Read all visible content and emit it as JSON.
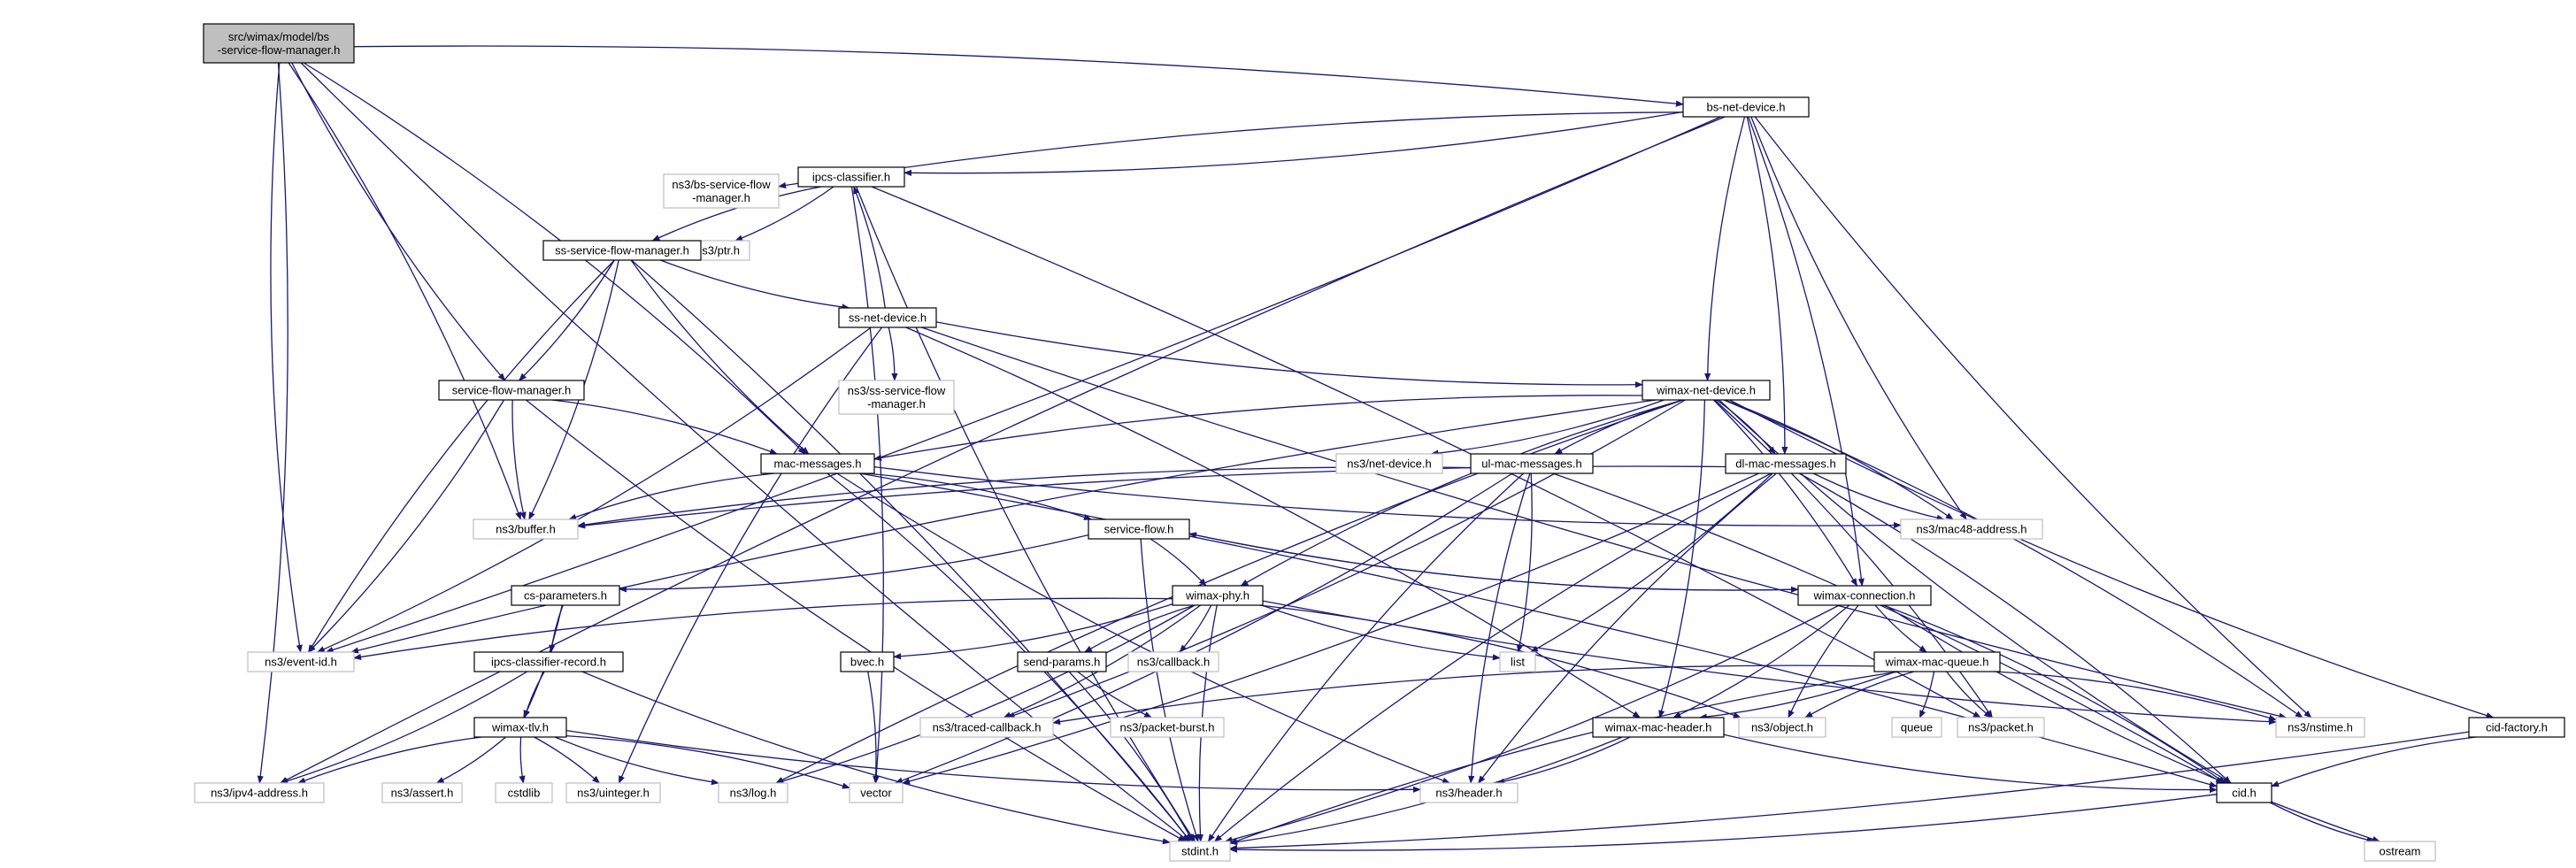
{
  "colors": {
    "edge": "#191970",
    "root_fill": "#bfbfbf",
    "node_fill": "#ffffff",
    "node_border": "#000000",
    "external_border": "#bfbfbf"
  },
  "nodes": [
    {
      "id": "root",
      "lines": [
        "src/wimax/model/bs",
        "-service-flow-manager.h"
      ],
      "kind": "root"
    },
    {
      "id": "bs-net-device",
      "lines": [
        "bs-net-device.h"
      ],
      "kind": "local"
    },
    {
      "id": "ns3-bs-service-flow-manager",
      "lines": [
        "ns3/bs-service-flow",
        "-manager.h"
      ],
      "kind": "external"
    },
    {
      "id": "ipcs-classifier",
      "lines": [
        "ipcs-classifier.h"
      ],
      "kind": "local"
    },
    {
      "id": "ns3-ptr",
      "lines": [
        "ns3/ptr.h"
      ],
      "kind": "external"
    },
    {
      "id": "ss-service-flow-manager",
      "lines": [
        "ss-service-flow-manager.h"
      ],
      "kind": "local"
    },
    {
      "id": "ss-net-device",
      "lines": [
        "ss-net-device.h"
      ],
      "kind": "local"
    },
    {
      "id": "ns3-ss-service-flow-manager",
      "lines": [
        "ns3/ss-service-flow",
        "-manager.h"
      ],
      "kind": "external"
    },
    {
      "id": "service-flow-manager",
      "lines": [
        "service-flow-manager.h"
      ],
      "kind": "local"
    },
    {
      "id": "wimax-net-device",
      "lines": [
        "wimax-net-device.h"
      ],
      "kind": "local"
    },
    {
      "id": "mac-messages",
      "lines": [
        "mac-messages.h"
      ],
      "kind": "local"
    },
    {
      "id": "ns3-net-device",
      "lines": [
        "ns3/net-device.h"
      ],
      "kind": "external"
    },
    {
      "id": "ul-mac-messages",
      "lines": [
        "ul-mac-messages.h"
      ],
      "kind": "local"
    },
    {
      "id": "dl-mac-messages",
      "lines": [
        "dl-mac-messages.h"
      ],
      "kind": "local"
    },
    {
      "id": "ns3-buffer",
      "lines": [
        "ns3/buffer.h"
      ],
      "kind": "external"
    },
    {
      "id": "ns3-mac48-address",
      "lines": [
        "ns3/mac48-address.h"
      ],
      "kind": "external"
    },
    {
      "id": "service-flow",
      "lines": [
        "service-flow.h"
      ],
      "kind": "local"
    },
    {
      "id": "cs-parameters",
      "lines": [
        "cs-parameters.h"
      ],
      "kind": "local"
    },
    {
      "id": "wimax-phy",
      "lines": [
        "wimax-phy.h"
      ],
      "kind": "local"
    },
    {
      "id": "wimax-connection",
      "lines": [
        "wimax-connection.h"
      ],
      "kind": "local"
    },
    {
      "id": "ns3-event-id",
      "lines": [
        "ns3/event-id.h"
      ],
      "kind": "external"
    },
    {
      "id": "ipcs-classifier-record",
      "lines": [
        "ipcs-classifier-record.h"
      ],
      "kind": "local"
    },
    {
      "id": "bvec",
      "lines": [
        "bvec.h"
      ],
      "kind": "local"
    },
    {
      "id": "send-params",
      "lines": [
        "send-params.h"
      ],
      "kind": "local"
    },
    {
      "id": "ns3-callback",
      "lines": [
        "ns3/callback.h"
      ],
      "kind": "external"
    },
    {
      "id": "list",
      "lines": [
        "list"
      ],
      "kind": "external"
    },
    {
      "id": "wimax-mac-queue",
      "lines": [
        "wimax-mac-queue.h"
      ],
      "kind": "local"
    },
    {
      "id": "ns3-traced-callback",
      "lines": [
        "ns3/traced-callback.h"
      ],
      "kind": "external"
    },
    {
      "id": "ns3-packet-burst",
      "lines": [
        "ns3/packet-burst.h"
      ],
      "kind": "external"
    },
    {
      "id": "wimax-mac-header",
      "lines": [
        "wimax-mac-header.h"
      ],
      "kind": "local"
    },
    {
      "id": "ns3-object",
      "lines": [
        "ns3/object.h"
      ],
      "kind": "external"
    },
    {
      "id": "queue",
      "lines": [
        "queue"
      ],
      "kind": "external"
    },
    {
      "id": "ns3-packet",
      "lines": [
        "ns3/packet.h"
      ],
      "kind": "external"
    },
    {
      "id": "ns3-nstime",
      "lines": [
        "ns3/nstime.h"
      ],
      "kind": "external"
    },
    {
      "id": "cid-factory",
      "lines": [
        "cid-factory.h"
      ],
      "kind": "local"
    },
    {
      "id": "wimax-tlv",
      "lines": [
        "wimax-tlv.h"
      ],
      "kind": "local"
    },
    {
      "id": "ns3-ipv4-address",
      "lines": [
        "ns3/ipv4-address.h"
      ],
      "kind": "external"
    },
    {
      "id": "ns3-assert",
      "lines": [
        "ns3/assert.h"
      ],
      "kind": "external"
    },
    {
      "id": "cstdlib",
      "lines": [
        "cstdlib"
      ],
      "kind": "external"
    },
    {
      "id": "ns3-uinteger",
      "lines": [
        "ns3/uinteger.h"
      ],
      "kind": "external"
    },
    {
      "id": "ns3-log",
      "lines": [
        "ns3/log.h"
      ],
      "kind": "external"
    },
    {
      "id": "vector",
      "lines": [
        "vector"
      ],
      "kind": "external"
    },
    {
      "id": "ns3-header",
      "lines": [
        "ns3/header.h"
      ],
      "kind": "external"
    },
    {
      "id": "cid",
      "lines": [
        "cid.h"
      ],
      "kind": "local"
    },
    {
      "id": "stdint",
      "lines": [
        "stdint.h"
      ],
      "kind": "external"
    },
    {
      "id": "ostream",
      "lines": [
        "ostream"
      ],
      "kind": "external"
    }
  ],
  "edges": [
    [
      "root",
      "bs-net-device"
    ],
    [
      "root",
      "service-flow-manager"
    ],
    [
      "root",
      "ns3-buffer"
    ],
    [
      "root",
      "ns3-event-id"
    ],
    [
      "root",
      "ns3-ipv4-address"
    ],
    [
      "root",
      "stdint"
    ],
    [
      "root",
      "mac-messages"
    ],
    [
      "bs-net-device",
      "ns3-bs-service-flow-manager"
    ],
    [
      "bs-net-device",
      "ipcs-classifier"
    ],
    [
      "bs-net-device",
      "wimax-net-device"
    ],
    [
      "bs-net-device",
      "dl-mac-messages"
    ],
    [
      "bs-net-device",
      "ns3-mac48-address"
    ],
    [
      "bs-net-device",
      "wimax-connection"
    ],
    [
      "bs-net-device",
      "ns3-nstime"
    ],
    [
      "bs-net-device",
      "ns3-event-id"
    ],
    [
      "bs-net-device",
      "ns3-ipv4-address"
    ],
    [
      "ipcs-classifier",
      "ns3-ptr"
    ],
    [
      "ipcs-classifier",
      "ss-service-flow-manager"
    ],
    [
      "ipcs-classifier",
      "vector"
    ],
    [
      "ipcs-classifier",
      "stdint"
    ],
    [
      "ipcs-classifier",
      "ns3-packet"
    ],
    [
      "ss-service-flow-manager",
      "ss-net-device"
    ],
    [
      "ss-service-flow-manager",
      "service-flow-manager"
    ],
    [
      "ss-service-flow-manager",
      "mac-messages"
    ],
    [
      "ss-service-flow-manager",
      "ns3-buffer"
    ],
    [
      "ss-service-flow-manager",
      "ns3-event-id"
    ],
    [
      "ss-service-flow-manager",
      "stdint"
    ],
    [
      "ss-net-device",
      "ipcs-classifier"
    ],
    [
      "ss-net-device",
      "ns3-ss-service-flow-manager"
    ],
    [
      "ss-net-device",
      "wimax-net-device"
    ],
    [
      "ss-net-device",
      "wimax-mac-header"
    ],
    [
      "ss-net-device",
      "ns3-uinteger"
    ],
    [
      "ss-net-device",
      "ns3-event-id"
    ],
    [
      "ss-net-device",
      "ns3-nstime"
    ],
    [
      "service-flow-manager",
      "mac-messages"
    ],
    [
      "service-flow-manager",
      "ns3-buffer"
    ],
    [
      "service-flow-manager",
      "ns3-event-id"
    ],
    [
      "service-flow-manager",
      "stdint"
    ],
    [
      "wimax-net-device",
      "ns3-net-device"
    ],
    [
      "wimax-net-device",
      "ul-mac-messages"
    ],
    [
      "wimax-net-device",
      "dl-mac-messages"
    ],
    [
      "wimax-net-device",
      "mac-messages"
    ],
    [
      "wimax-net-device",
      "ns3-mac48-address"
    ],
    [
      "wimax-net-device",
      "wimax-phy"
    ],
    [
      "wimax-net-device",
      "wimax-connection"
    ],
    [
      "wimax-net-device",
      "ns3-event-id"
    ],
    [
      "wimax-net-device",
      "ns3-traced-callback"
    ],
    [
      "wimax-net-device",
      "ns3-log"
    ],
    [
      "wimax-net-device",
      "ns3-nstime"
    ],
    [
      "wimax-net-device",
      "cid-factory"
    ],
    [
      "wimax-net-device",
      "wimax-mac-header"
    ],
    [
      "wimax-net-device",
      "cid"
    ],
    [
      "wimax-net-device",
      "ns3-packet"
    ],
    [
      "mac-messages",
      "ns3-buffer"
    ],
    [
      "mac-messages",
      "service-flow"
    ],
    [
      "mac-messages",
      "ns3-header"
    ],
    [
      "mac-messages",
      "stdint"
    ],
    [
      "mac-messages",
      "ns3-mac48-address"
    ],
    [
      "mac-messages",
      "cid"
    ],
    [
      "ul-mac-messages",
      "ns3-buffer"
    ],
    [
      "ul-mac-messages",
      "list"
    ],
    [
      "ul-mac-messages",
      "ns3-header"
    ],
    [
      "ul-mac-messages",
      "vector"
    ],
    [
      "ul-mac-messages",
      "stdint"
    ],
    [
      "ul-mac-messages",
      "cid"
    ],
    [
      "dl-mac-messages",
      "ns3-mac48-address"
    ],
    [
      "dl-mac-messages",
      "list"
    ],
    [
      "dl-mac-messages",
      "ns3-header"
    ],
    [
      "dl-mac-messages",
      "vector"
    ],
    [
      "dl-mac-messages",
      "stdint"
    ],
    [
      "dl-mac-messages",
      "cid"
    ],
    [
      "dl-mac-messages",
      "ns3-buffer"
    ],
    [
      "service-flow",
      "wimax-phy"
    ],
    [
      "service-flow",
      "wimax-connection"
    ],
    [
      "service-flow",
      "cs-parameters"
    ],
    [
      "service-flow",
      "stdint"
    ],
    [
      "wimax-connection",
      "service-flow"
    ],
    [
      "wimax-connection",
      "wimax-mac-queue"
    ],
    [
      "wimax-connection",
      "wimax-mac-header"
    ],
    [
      "wimax-connection",
      "ns3-object"
    ],
    [
      "wimax-connection",
      "cid"
    ],
    [
      "wimax-connection",
      "ostream"
    ],
    [
      "wimax-connection",
      "stdint"
    ],
    [
      "cs-parameters",
      "ipcs-classifier-record"
    ],
    [
      "cs-parameters",
      "wimax-tlv"
    ],
    [
      "ipcs-classifier-record",
      "wimax-tlv"
    ],
    [
      "ipcs-classifier-record",
      "ns3-ipv4-address"
    ],
    [
      "ipcs-classifier-record",
      "stdint"
    ],
    [
      "wimax-phy",
      "bvec"
    ],
    [
      "wimax-phy",
      "send-params"
    ],
    [
      "wimax-phy",
      "ns3-callback"
    ],
    [
      "wimax-phy",
      "list"
    ],
    [
      "wimax-phy",
      "ns3-object"
    ],
    [
      "wimax-phy",
      "ns3-nstime"
    ],
    [
      "wimax-phy",
      "ns3-traced-callback"
    ],
    [
      "wimax-phy",
      "ns3-event-id"
    ],
    [
      "wimax-phy",
      "ns3-log"
    ],
    [
      "wimax-phy",
      "stdint"
    ],
    [
      "bvec",
      "vector"
    ],
    [
      "send-params",
      "ns3-packet-burst"
    ],
    [
      "send-params",
      "stdint"
    ],
    [
      "wimax-mac-queue",
      "ns3-traced-callback"
    ],
    [
      "wimax-mac-queue",
      "wimax-mac-header"
    ],
    [
      "wimax-mac-queue",
      "ns3-object"
    ],
    [
      "wimax-mac-queue",
      "queue"
    ],
    [
      "wimax-mac-queue",
      "ns3-packet"
    ],
    [
      "wimax-mac-queue",
      "ns3-nstime"
    ],
    [
      "wimax-mac-queue",
      "stdint"
    ],
    [
      "wimax-mac-header",
      "ns3-header"
    ],
    [
      "wimax-mac-header",
      "cid"
    ],
    [
      "wimax-mac-header",
      "stdint"
    ],
    [
      "cid-factory",
      "cid"
    ],
    [
      "cid-factory",
      "stdint"
    ],
    [
      "wimax-tlv",
      "ns3-ipv4-address"
    ],
    [
      "wimax-tlv",
      "ns3-assert"
    ],
    [
      "wimax-tlv",
      "cstdlib"
    ],
    [
      "wimax-tlv",
      "ns3-uinteger"
    ],
    [
      "wimax-tlv",
      "ns3-log"
    ],
    [
      "wimax-tlv",
      "vector"
    ],
    [
      "wimax-tlv",
      "ns3-header"
    ],
    [
      "cid",
      "stdint"
    ],
    [
      "cid",
      "ostream"
    ]
  ]
}
